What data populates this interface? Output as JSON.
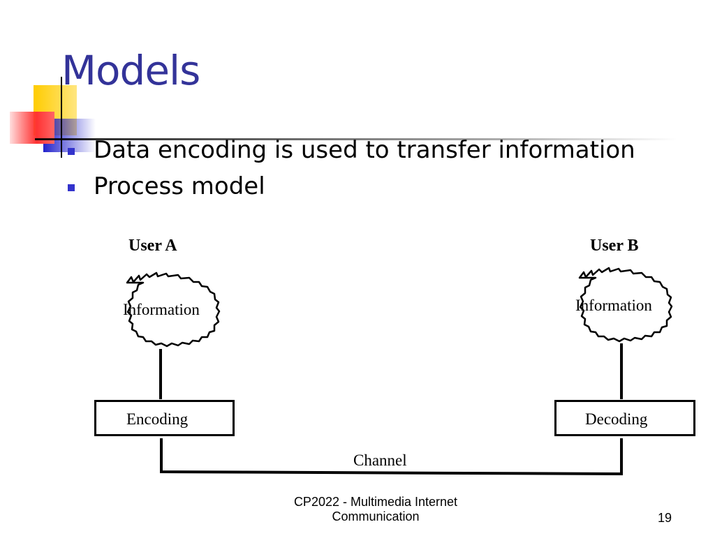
{
  "slide": {
    "title": "Models",
    "bullets": [
      "Data encoding is used to transfer information",
      "Process model"
    ]
  },
  "diagram": {
    "user_a": "User A",
    "user_b": "User B",
    "info_a": "Information",
    "info_b": "Information",
    "encoding": "Encoding",
    "decoding": "Decoding",
    "channel": "Channel"
  },
  "footer": {
    "course_line1": "CP2022 - Multimedia Internet",
    "course_line2": "Communication",
    "page_number": "19"
  },
  "colors": {
    "title": "#333399",
    "bullet": "#3333cc",
    "deco_yellow": "#ffcc00",
    "deco_red": "#ff3333",
    "deco_blue": "#3333cc"
  }
}
